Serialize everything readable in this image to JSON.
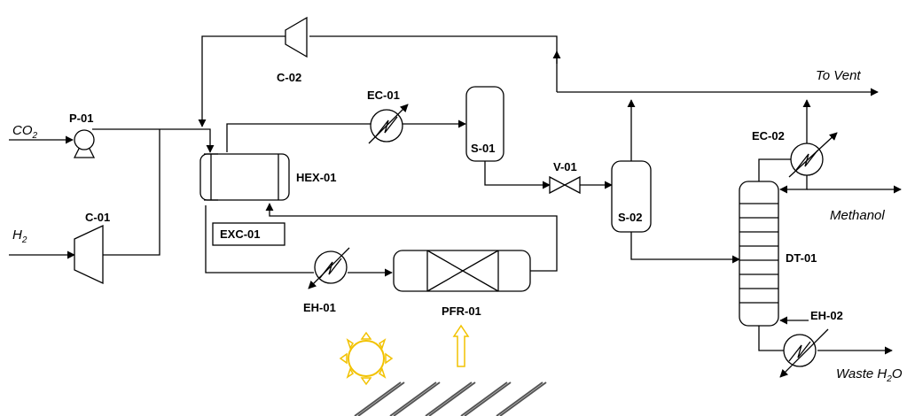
{
  "equipment": {
    "p01": "P-01",
    "c01": "C-01",
    "c02": "C-02",
    "hex01": "HEX-01",
    "exc01": "EXC-01",
    "ec01": "EC-01",
    "s01": "S-01",
    "v01": "V-01",
    "s02": "S-02",
    "ec02": "EC-02",
    "dt01": "DT-01",
    "eh01": "EH-01",
    "pfr01": "PFR-01",
    "eh02": "EH-02"
  },
  "streams": {
    "co2_base": "CO",
    "co2_sub": "2",
    "h2_base": "H",
    "h2_sub": "2",
    "vent": "To Vent",
    "methanol": "Methanol",
    "waste_base": "Waste H",
    "waste_sub": "2",
    "waste_tail": "O"
  },
  "colors": {
    "line": "#000000",
    "solar": "#f2c200"
  }
}
